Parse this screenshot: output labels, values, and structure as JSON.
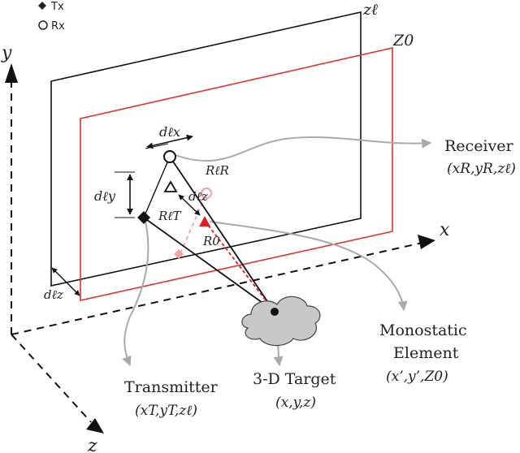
{
  "legend": {
    "tx": "Tx",
    "rx": "Rx"
  },
  "axes": {
    "y": "y",
    "x": "x",
    "z": "z"
  },
  "planes": {
    "z_ell": "zℓ",
    "z0": "Z0"
  },
  "symbols": {
    "dx": "dℓx",
    "dy": "dℓy",
    "dz_mid": "dℓz",
    "dz_corner": "dℓz",
    "RR": "RℓR",
    "RT": "RℓT",
    "R0": "R0"
  },
  "labels": {
    "receiver": "Receiver",
    "receiver_coords": "(xR,yR,zℓ)",
    "transmitter": "Transmitter",
    "transmitter_coords": "(xT,yT,zℓ)",
    "target": "3-D Target",
    "target_coords": "(x,y,z)",
    "monostatic_line1": "Monostatic",
    "monostatic_line2": "Element",
    "monostatic_coords": "(x’,y’,Z0)"
  },
  "colors": {
    "black_plane": "#111111",
    "red_plane": "#e03030",
    "gray_arrow": "#aaaaaa",
    "pink_mono": "#f0a0a0",
    "cloud": "#c8c8c8"
  }
}
